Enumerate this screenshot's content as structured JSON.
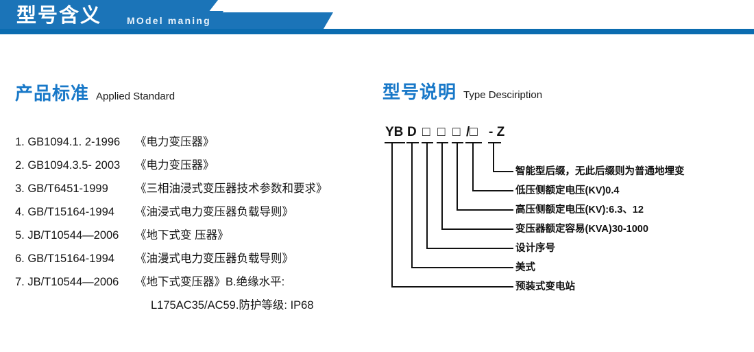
{
  "banner": {
    "title_cn": "型号含义",
    "title_en": "MOdel maning",
    "bar_color": "#0b6cb0",
    "block_color": "#1b74b8"
  },
  "accent_color": "#1878c8",
  "sections": {
    "left": {
      "title_cn": "产品标准",
      "title_en": "Applied Standard"
    },
    "right": {
      "title_cn": "型号说明",
      "title_en": "Type Desciription"
    }
  },
  "standards": [
    {
      "code": "1. GB1094.1. 2-1996",
      "title": "《电力变压器》"
    },
    {
      "code": "2. GB1094.3.5- 2003",
      "title": "《电力变压器》"
    },
    {
      "code": "3. GB/T6451-1999",
      "title": "《三相油浸式变压器技术参数和要求》"
    },
    {
      "code": "4. GB/T15164-1994",
      "title": "《油浸式电力变压器负载导则》"
    },
    {
      "code": "5. JB/T10544—2006",
      "title": "《地下式变 压器》"
    },
    {
      "code": "6. GB/T15164-1994",
      "title": "《油漫式电力变压器负载导则》"
    },
    {
      "code": "7. JB/T10544—2006",
      "title": "《地下式变压器》B.绝缘水平:"
    }
  ],
  "standards_continuation": "L175AC35/AC59.防护等级: IP68",
  "model_code": {
    "characters": [
      "YB",
      "D",
      "□",
      "□",
      "□",
      "/□",
      "- Z"
    ],
    "labels": [
      "智能型后缀，无此后缀则为普通地埋变",
      "低压侧额定电压(KV)0.4",
      "高压侧额定电压(KV):6.3、12",
      "变压器额定容易(KVA)30-1000",
      "设计序号",
      "美式",
      "预装式变电站"
    ]
  }
}
